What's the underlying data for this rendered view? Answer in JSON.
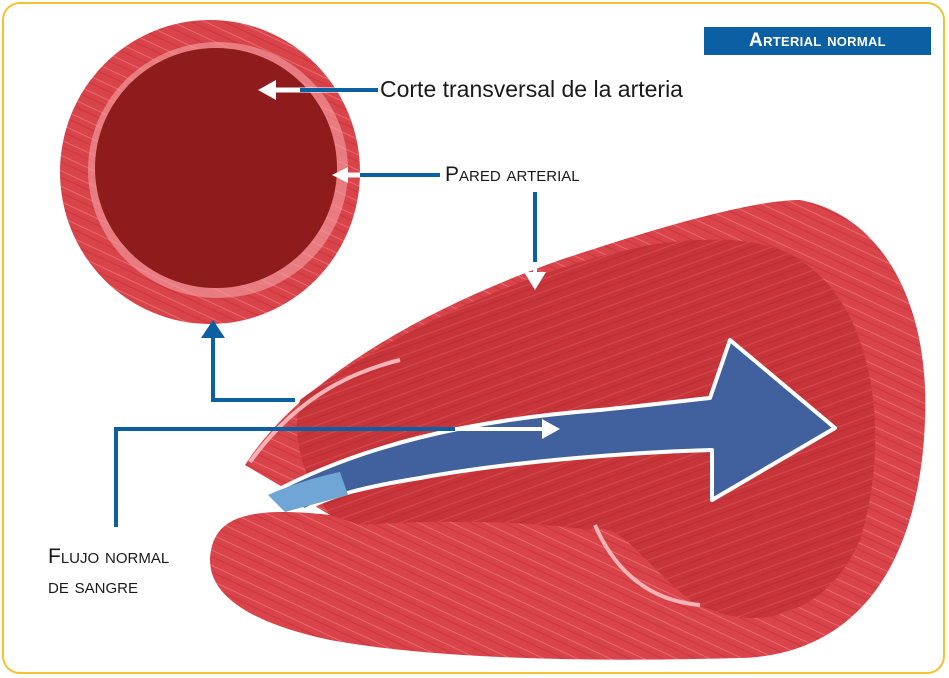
{
  "title": "Arterial normal",
  "labels": {
    "corte": "Corte transversal de la arteria",
    "pared": "Pared arterial",
    "flujo_line1": "Flujo normal",
    "flujo_line2": "de sangre"
  },
  "colors": {
    "frame": "#f3c22e",
    "badge": "#0b5fa3",
    "leader": "#0b5fa3",
    "vessel_wall": "#d9434a",
    "vessel_interior": "#c7353a",
    "lumen": "#8e1c1c",
    "flow_arrow": "#41619e"
  }
}
